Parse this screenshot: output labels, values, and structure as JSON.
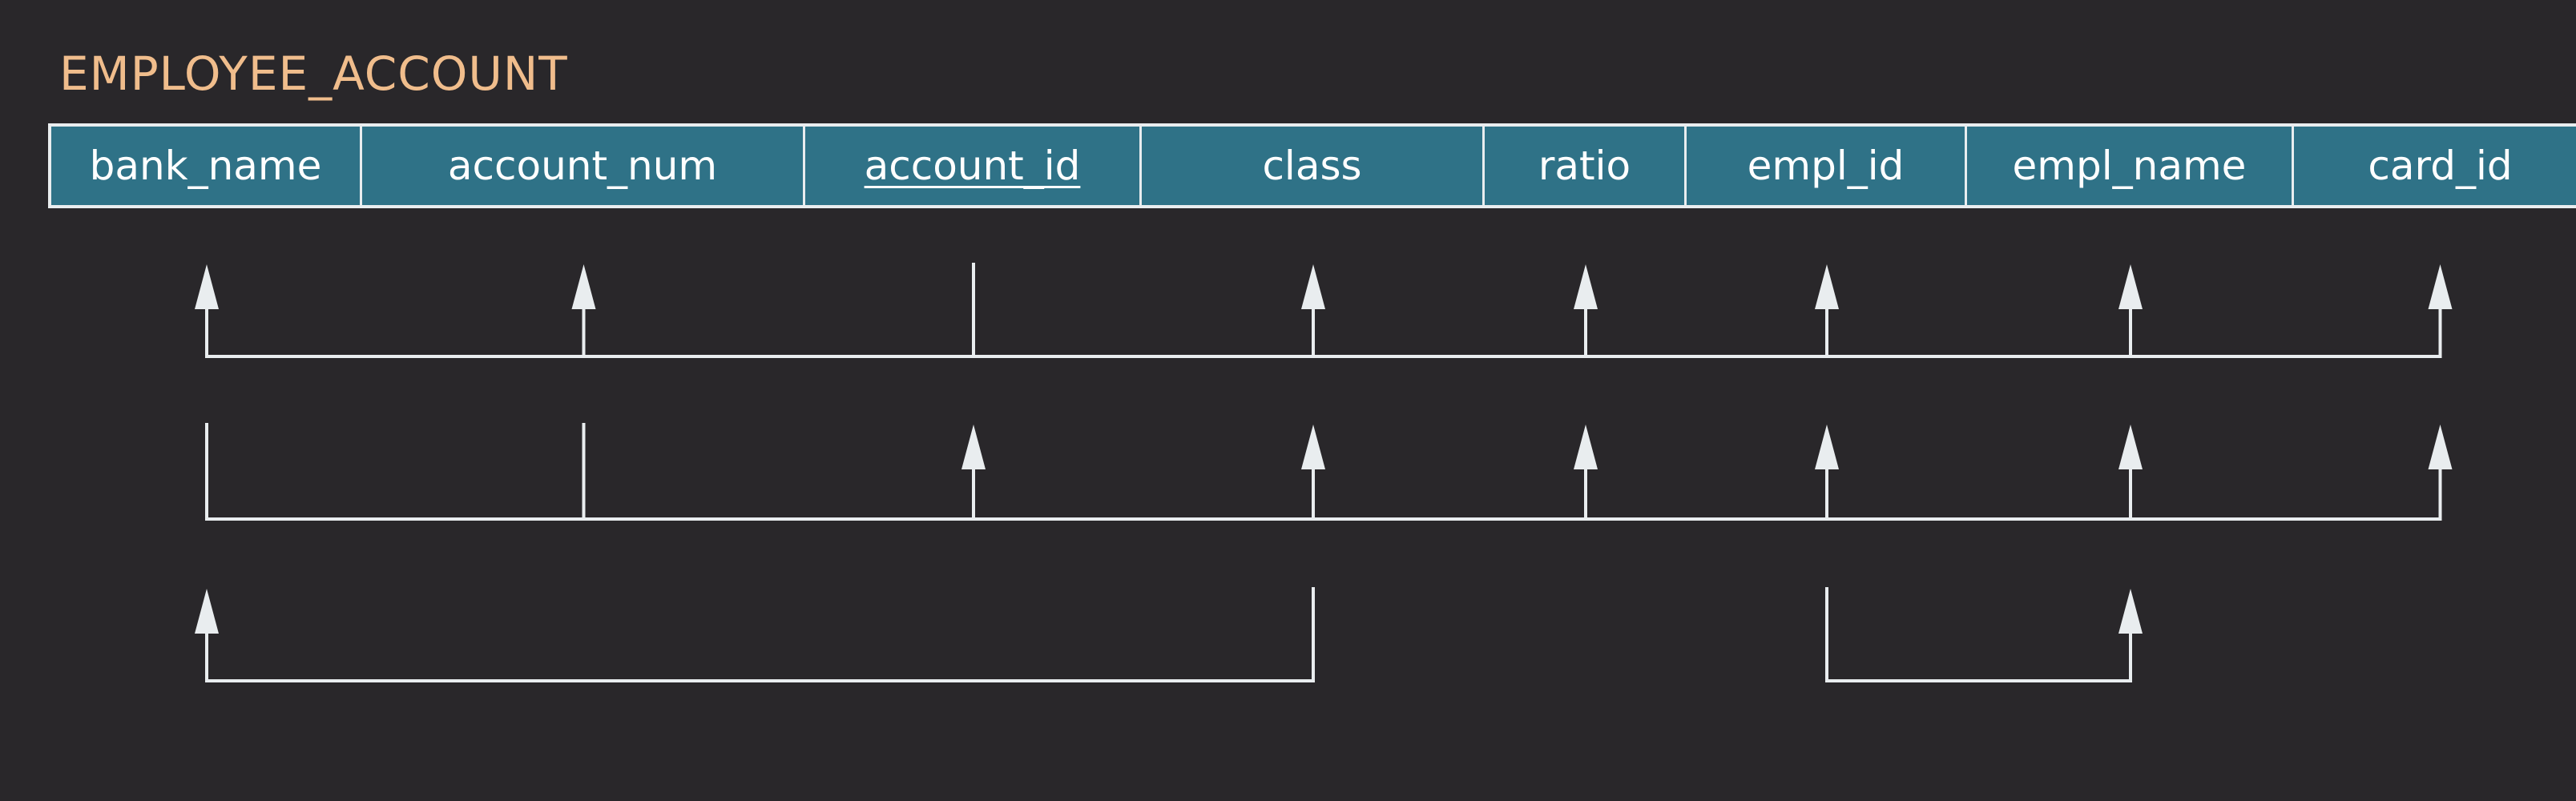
{
  "diagram": {
    "title": "EMPLOYEE_ACCOUNT",
    "columns": [
      {
        "key": "bank_name",
        "label": "bank_name",
        "primary_key": false
      },
      {
        "key": "account_num",
        "label": "account_num",
        "primary_key": false
      },
      {
        "key": "account_id",
        "label": "account_id",
        "primary_key": true
      },
      {
        "key": "class",
        "label": "class",
        "primary_key": false
      },
      {
        "key": "ratio",
        "label": "ratio",
        "primary_key": false
      },
      {
        "key": "empl_id",
        "label": "empl_id",
        "primary_key": false
      },
      {
        "key": "empl_name",
        "label": "empl_name",
        "primary_key": false
      },
      {
        "key": "card_id",
        "label": "card_id",
        "primary_key": false
      }
    ],
    "functional_dependencies": [
      {
        "determinants": [
          "account_id"
        ],
        "dependents": [
          "bank_name",
          "account_num",
          "class",
          "ratio",
          "empl_id",
          "empl_name",
          "card_id"
        ]
      },
      {
        "determinants": [
          "bank_name",
          "account_num"
        ],
        "dependents": [
          "account_id",
          "class",
          "ratio",
          "empl_id",
          "empl_name",
          "card_id"
        ]
      },
      {
        "determinants": [
          "class"
        ],
        "dependents": [
          "bank_name"
        ]
      },
      {
        "determinants": [
          "empl_id"
        ],
        "dependents": [
          "empl_name"
        ]
      }
    ],
    "colors": {
      "background": "#29272a",
      "title": "#f0bd8c",
      "header_fill": "#2f7287",
      "lines": "#e9edef"
    }
  }
}
